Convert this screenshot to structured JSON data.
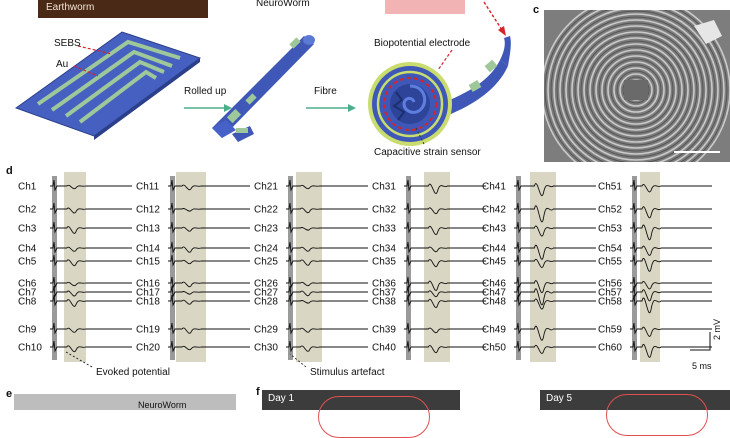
{
  "panel_top": {
    "earthworm_label": "Earthworm",
    "neuroworm_label": "NeuroWorm",
    "sebs_label": "SEBS",
    "au_label": "Au",
    "rolled_up_label": "Rolled up",
    "fibre_label": "Fibre",
    "biopotential_label": "Biopotential electrode",
    "capacitive_label": "Capacitive strain sensor"
  },
  "panel_letters": {
    "c": "c",
    "d": "d",
    "e": "e",
    "f": "f"
  },
  "channels": {
    "col1": [
      "Ch1",
      "Ch2",
      "Ch3",
      "Ch4",
      "Ch5",
      "Ch6",
      "Ch7",
      "Ch8",
      "Ch9",
      "Ch10"
    ],
    "col2": [
      "Ch11",
      "Ch12",
      "Ch13",
      "Ch14",
      "Ch15",
      "Ch16",
      "Ch17",
      "Ch18",
      "Ch19",
      "Ch20"
    ],
    "col3": [
      "Ch21",
      "Ch22",
      "Ch23",
      "Ch24",
      "Ch25",
      "Ch26",
      "Ch27",
      "Ch28",
      "Ch29",
      "Ch30"
    ],
    "col4": [
      "Ch31",
      "Ch32",
      "Ch33",
      "Ch34",
      "Ch35",
      "Ch36",
      "Ch37",
      "Ch38",
      "Ch39",
      "Ch40"
    ],
    "col5": [
      "Ch41",
      "Ch42",
      "Ch43",
      "Ch44",
      "Ch45",
      "Ch46",
      "Ch47",
      "Ch48",
      "Ch49",
      "Ch50"
    ],
    "col6": [
      "Ch51",
      "Ch52",
      "Ch53",
      "Ch54",
      "Ch55",
      "Ch56",
      "Ch57",
      "Ch58",
      "Ch59",
      "Ch60"
    ]
  },
  "annotations": {
    "evoked_potential": "Evoked potential",
    "stimulus_artefact": "Stimulus artefact"
  },
  "scale_bar": {
    "voltage": "2 mV",
    "time": "5 ms"
  },
  "panel_e": {
    "neuroworm_label": "NeuroWorm"
  },
  "panel_f": {
    "day1": "Day 1",
    "day5": "Day 5"
  },
  "colors": {
    "sebs_blue": "#3f58b8",
    "au_stripe": "#9ec79a",
    "highlight_band": "#d9d6c3",
    "stim_band": "#9a9a9a",
    "arrow_green": "#4caf8c",
    "red_dashed": "#d6232a"
  }
}
